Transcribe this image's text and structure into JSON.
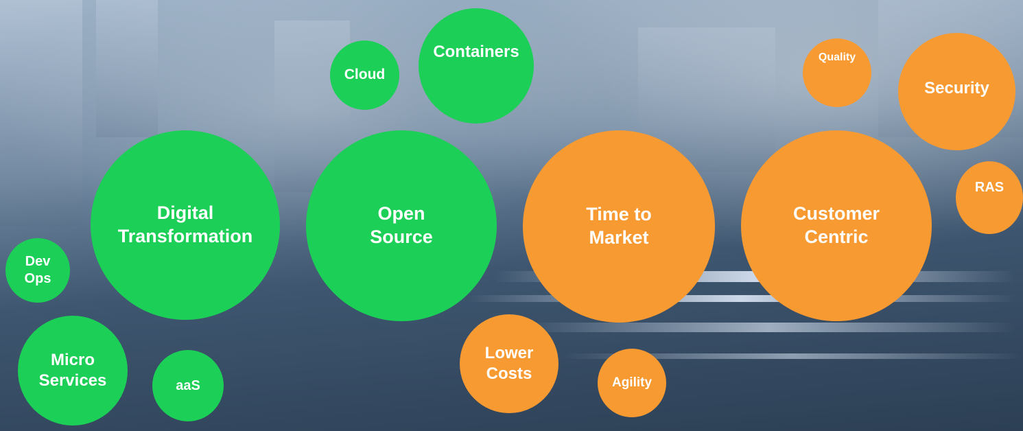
{
  "colors": {
    "green": "#1ccf56",
    "orange": "#f89a32",
    "text": "#ffffff"
  },
  "bubbles": {
    "cloud": "Cloud",
    "containers": "Containers",
    "digital_transformation": "Digital\nTransformation",
    "open_source": "Open\nSource",
    "dev_ops": "Dev\nOps",
    "micro_services": "Micro\nServices",
    "aas": "aaS",
    "time_to_market": "Time to\nMarket",
    "lower_costs": "Lower\nCosts",
    "agility": "Agility",
    "customer_centric": "Customer\nCentric",
    "quality": "Quality",
    "security": "Security",
    "ras": "RAS"
  }
}
